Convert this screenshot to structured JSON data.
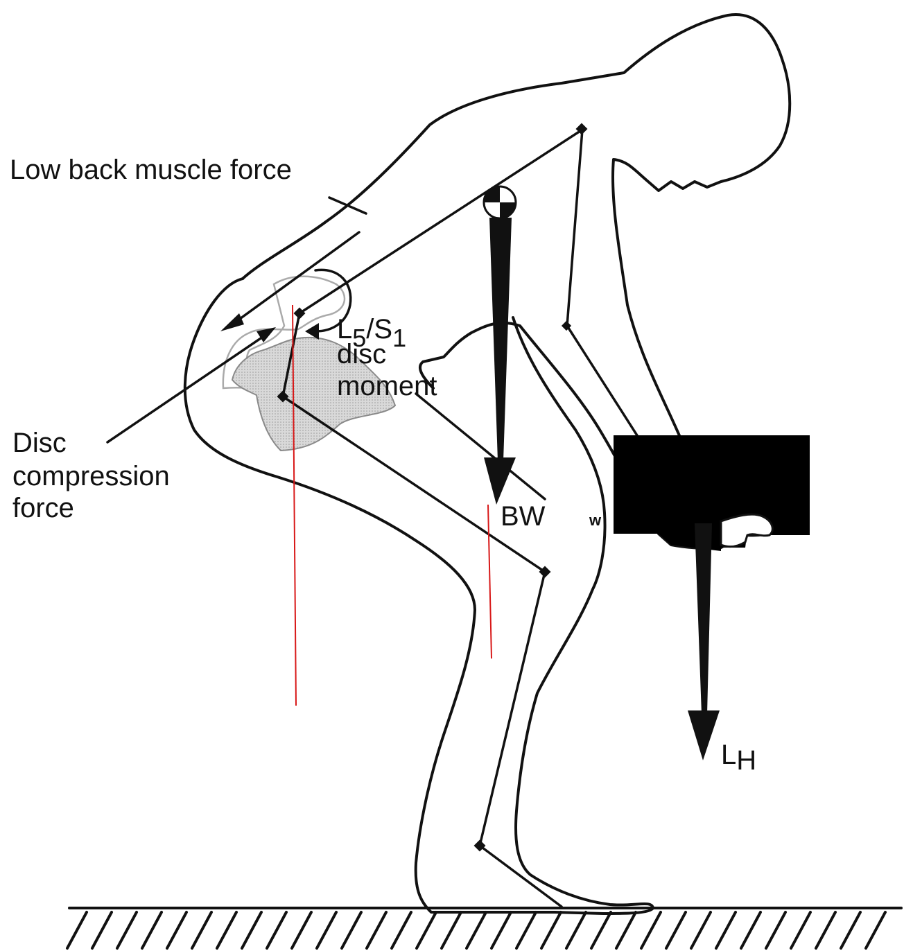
{
  "labels": {
    "low_back_muscle_force": "Low back muscle force",
    "l5s1_prefix_l": "L",
    "l5s1_sub_5": "5",
    "l5s1_slash_s": "/S",
    "l5s1_sub_1": "1",
    "disc": "disc",
    "moment": "moment",
    "disc_compression_line1": "Disc",
    "disc_compression_line2": "compression",
    "disc_compression_line3": "force",
    "bw": "BW",
    "w_small": "w",
    "lh_prefix": "L",
    "lh_sub": "H"
  },
  "colors": {
    "outline": "#111111",
    "pelvis_fill": "#cfcfcf",
    "annotation_red": "#d81818",
    "load_box": "#000000"
  },
  "icons": {
    "ground": "hatched-ground",
    "figure": "bent-person-lifting-outline"
  }
}
